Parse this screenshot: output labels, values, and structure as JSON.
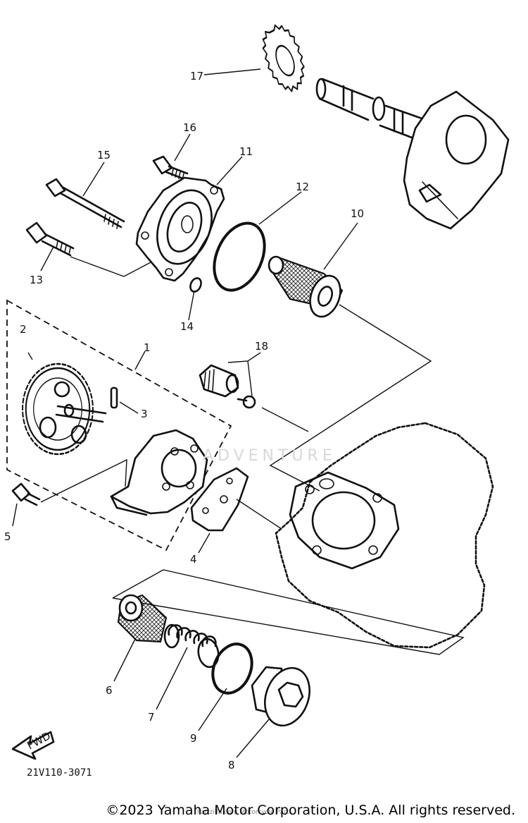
{
  "diagram": {
    "part_numbers": {
      "p1": "1",
      "p2": "2",
      "p3": "3",
      "p4": "4",
      "p5": "5",
      "p6": "6",
      "p7": "7",
      "p8": "8",
      "p9": "9",
      "p10": "10",
      "p11": "11",
      "p12": "12",
      "p13": "13",
      "p14": "14",
      "p15": "15",
      "p16": "16",
      "p17": "17",
      "p18": "18"
    },
    "fwd_label": "FWD",
    "drawing_code": "21V110-3071"
  },
  "watermark": {
    "word": "ADVENTURE",
    "caption": "Partzilla.com Motorcycle Parts"
  },
  "footer": {
    "copyright": "©2023 Yamaha Motor Corporation, U.S.A. All rights reserved."
  }
}
